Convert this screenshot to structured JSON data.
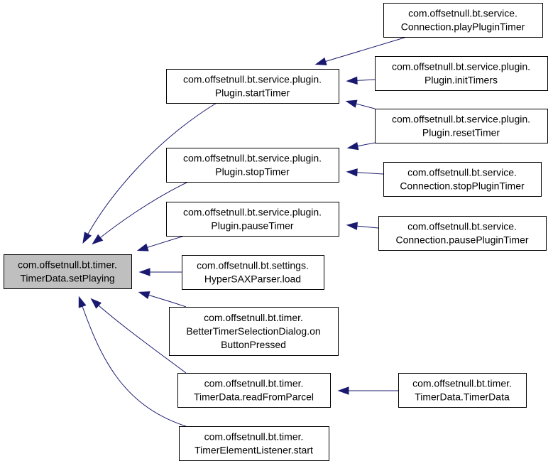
{
  "diagram": {
    "type": "caller-graph",
    "colors": {
      "edge": "#191970",
      "root_fill": "#bfbfbf",
      "node_fill": "#ffffff",
      "node_border": "#000000"
    },
    "nodes": [
      {
        "id": "setPlaying",
        "root": true,
        "lines": [
          "com.offsetnull.bt.timer.",
          "TimerData.setPlaying"
        ]
      },
      {
        "id": "startTimer",
        "lines": [
          "com.offsetnull.bt.service.plugin.",
          "Plugin.startTimer"
        ]
      },
      {
        "id": "stopTimer",
        "lines": [
          "com.offsetnull.bt.service.plugin.",
          "Plugin.stopTimer"
        ]
      },
      {
        "id": "pauseTimer",
        "lines": [
          "com.offsetnull.bt.service.plugin.",
          "Plugin.pauseTimer"
        ]
      },
      {
        "id": "saxLoad",
        "lines": [
          "com.offsetnull.bt.settings.",
          "HyperSAXParser.load"
        ]
      },
      {
        "id": "betterTimer",
        "lines": [
          "com.offsetnull.bt.timer.",
          "BetterTimerSelectionDialog.on",
          "ButtonPressed"
        ]
      },
      {
        "id": "readFromParcel",
        "lines": [
          "com.offsetnull.bt.timer.",
          "TimerData.readFromParcel"
        ]
      },
      {
        "id": "listenerStart",
        "lines": [
          "com.offsetnull.bt.timer.",
          "TimerElementListener.start"
        ]
      },
      {
        "id": "playPluginTimer",
        "lines": [
          "com.offsetnull.bt.service.",
          "Connection.playPluginTimer"
        ]
      },
      {
        "id": "initTimers",
        "lines": [
          "com.offsetnull.bt.service.plugin.",
          "Plugin.initTimers"
        ]
      },
      {
        "id": "resetTimer",
        "lines": [
          "com.offsetnull.bt.service.plugin.",
          "Plugin.resetTimer"
        ]
      },
      {
        "id": "stopPluginTimer",
        "lines": [
          "com.offsetnull.bt.service.",
          "Connection.stopPluginTimer"
        ]
      },
      {
        "id": "pausePluginTimer",
        "lines": [
          "com.offsetnull.bt.service.",
          "Connection.pausePluginTimer"
        ]
      },
      {
        "id": "timerDataCtor",
        "lines": [
          "com.offsetnull.bt.timer.",
          "TimerData.TimerData"
        ]
      }
    ],
    "edges": [
      {
        "from": "startTimer",
        "to": "setPlaying"
      },
      {
        "from": "stopTimer",
        "to": "setPlaying"
      },
      {
        "from": "pauseTimer",
        "to": "setPlaying"
      },
      {
        "from": "saxLoad",
        "to": "setPlaying"
      },
      {
        "from": "betterTimer",
        "to": "setPlaying"
      },
      {
        "from": "readFromParcel",
        "to": "setPlaying"
      },
      {
        "from": "listenerStart",
        "to": "setPlaying"
      },
      {
        "from": "playPluginTimer",
        "to": "startTimer"
      },
      {
        "from": "initTimers",
        "to": "startTimer"
      },
      {
        "from": "resetTimer",
        "to": "startTimer"
      },
      {
        "from": "resetTimer",
        "to": "stopTimer"
      },
      {
        "from": "stopPluginTimer",
        "to": "stopTimer"
      },
      {
        "from": "pausePluginTimer",
        "to": "pauseTimer"
      },
      {
        "from": "timerDataCtor",
        "to": "readFromParcel"
      }
    ]
  }
}
